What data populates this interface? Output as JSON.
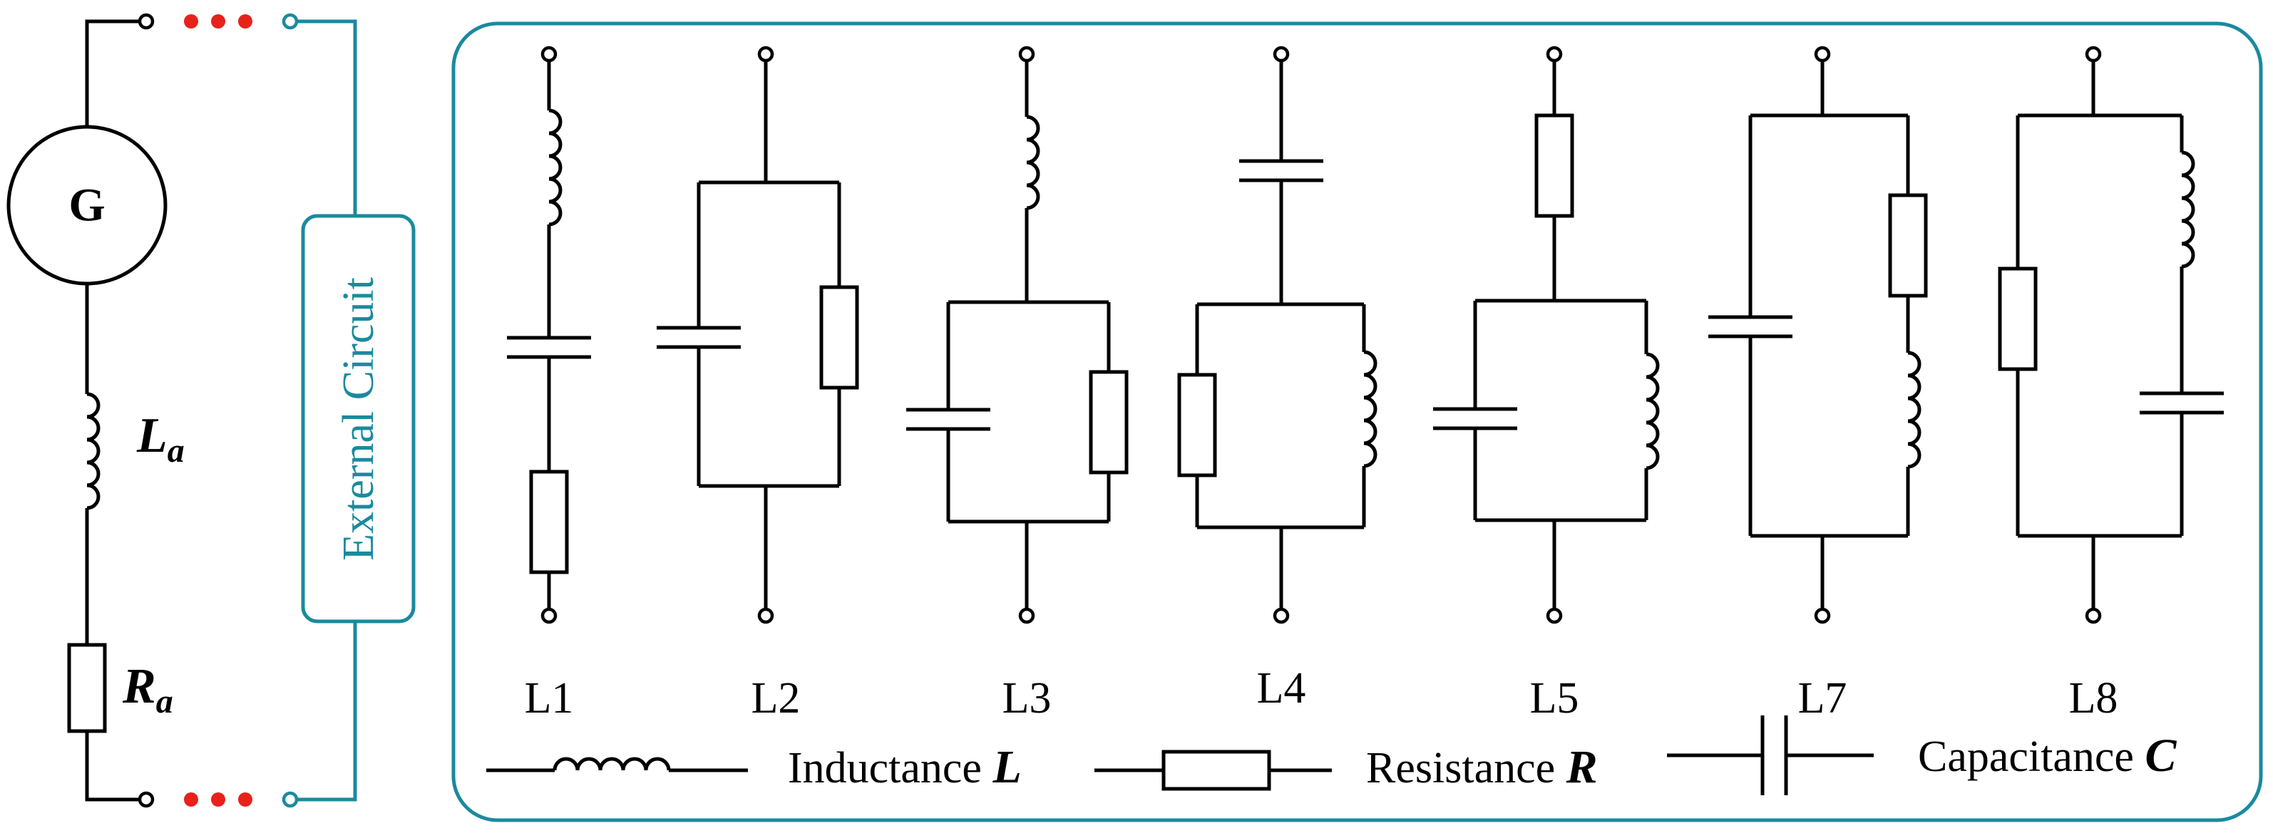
{
  "generator": {
    "symbol": "G"
  },
  "armature_inductance": {
    "symbol": "L",
    "subscript": "a"
  },
  "armature_resistance": {
    "symbol": "R",
    "subscript": "a"
  },
  "external_circuit": {
    "label": "External Circuit"
  },
  "load_labels": [
    "L1",
    "L2",
    "L3",
    "L4",
    "L5",
    "L7",
    "L8"
  ],
  "legend": {
    "inductance": {
      "word": "Inductance",
      "symbol": "L"
    },
    "resistance": {
      "word": "Resistance",
      "symbol": "R"
    },
    "capacitance": {
      "word": "Capacitance",
      "symbol": "C"
    }
  },
  "colors": {
    "teal": "#1a8a9e",
    "dots": "#e8211b",
    "line": "#000000"
  }
}
